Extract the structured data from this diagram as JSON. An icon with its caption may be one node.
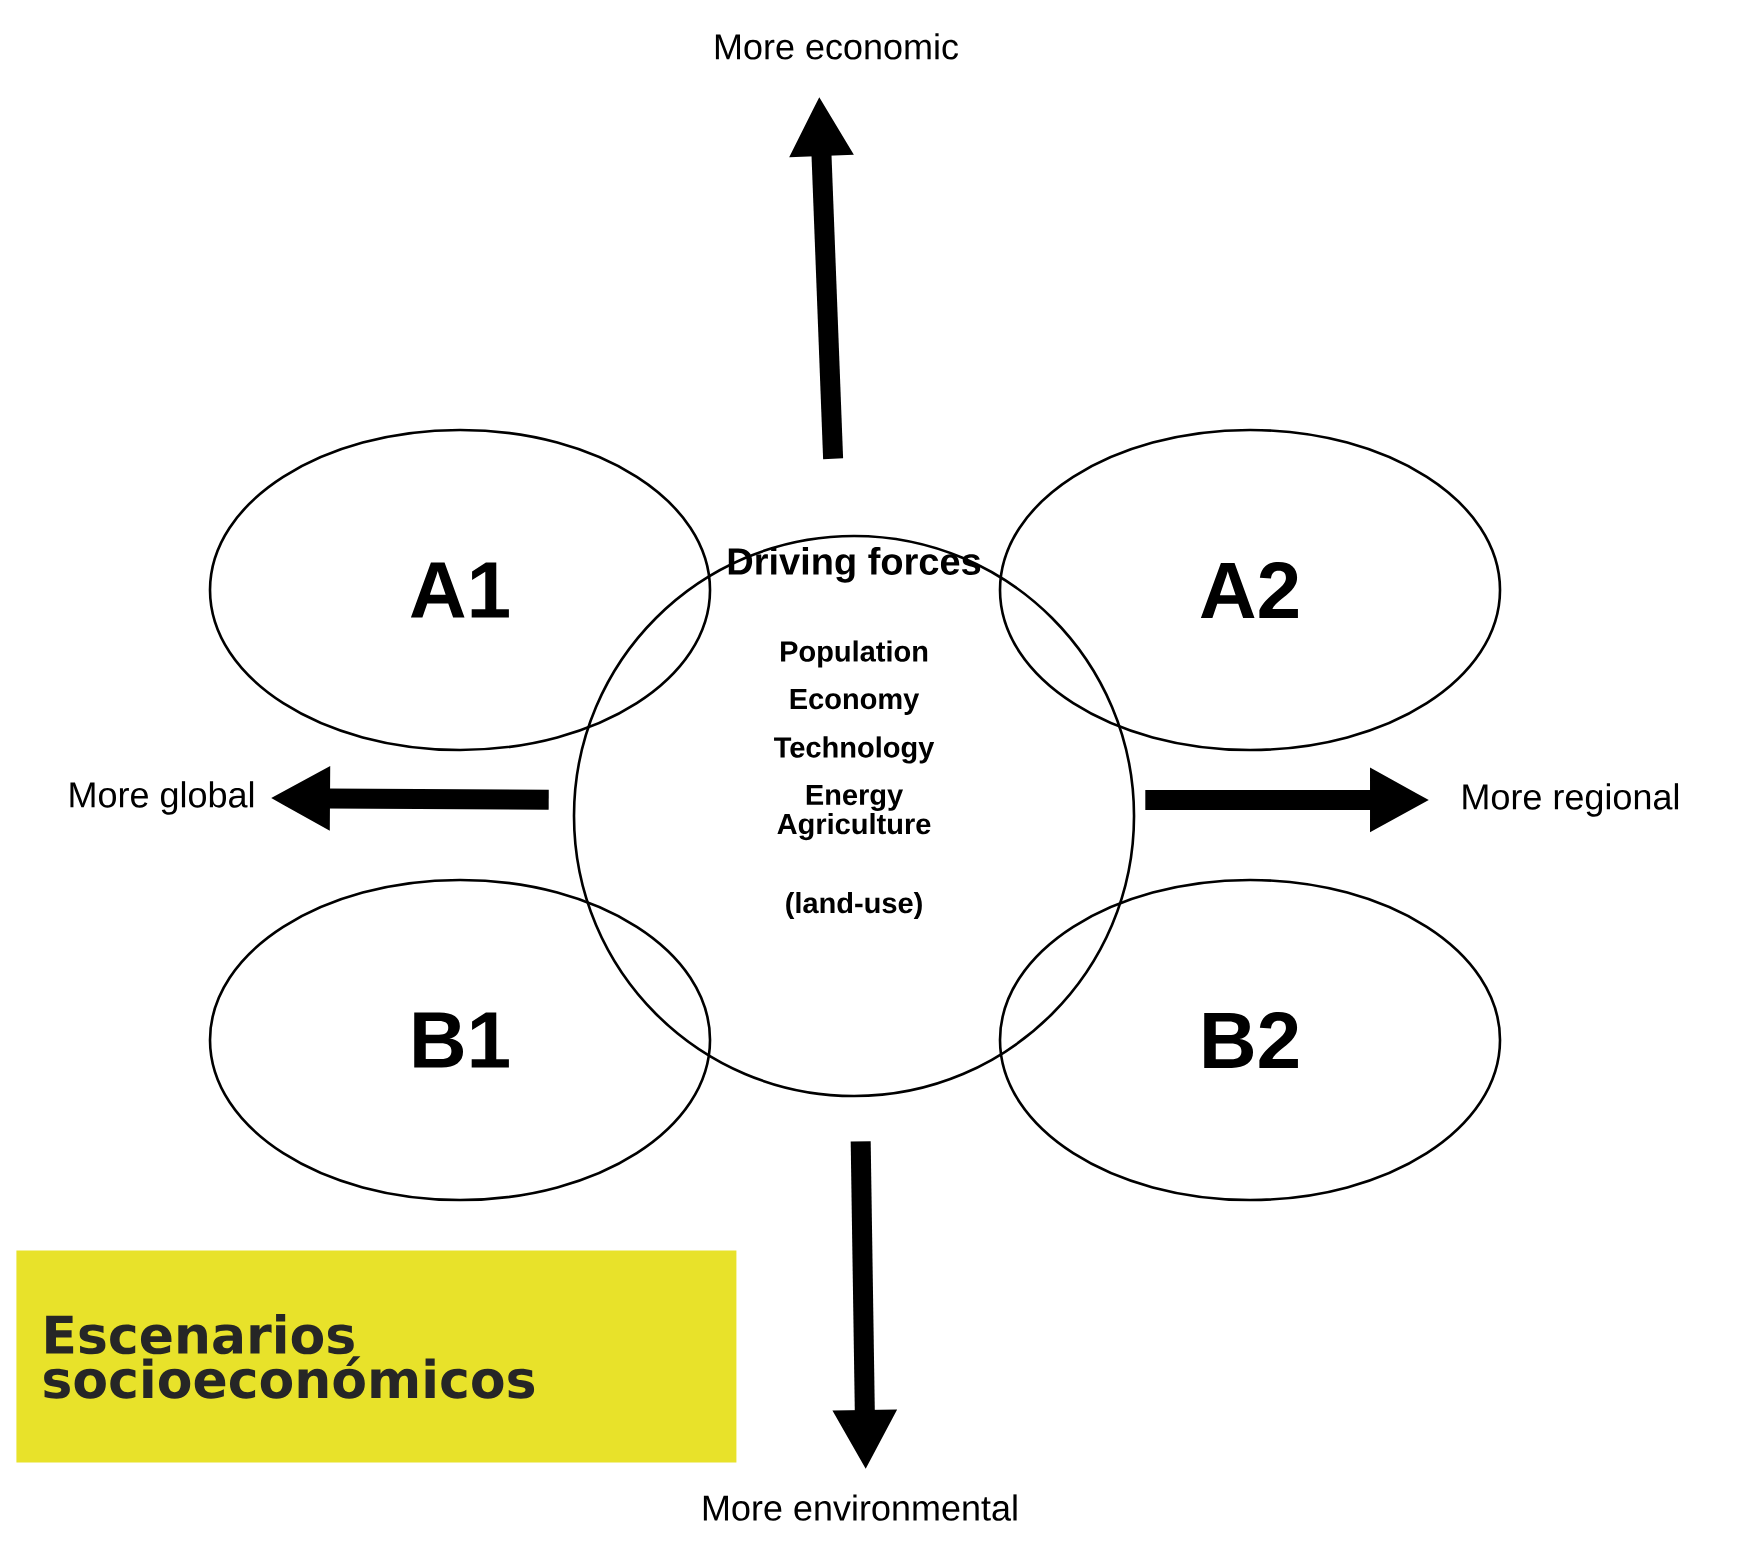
{
  "diagram": {
    "nodes": [
      {
        "text": [
          "Driving forces",
          "Population",
          "Economy",
          "Technology",
          "Energy",
          "Agriculture (land-use)"
        ]
      },
      {
        "text": [
          "A1"
        ]
      },
      {
        "text": [
          "A2"
        ]
      },
      {
        "text": [
          "B1"
        ]
      },
      {
        "text": [
          "B2"
        ]
      },
      {
        "text": [
          "More economic"
        ]
      },
      {
        "text": [
          "More global"
        ]
      },
      {
        "text": [
          "More regional"
        ]
      },
      {
        "text": [
          "More environmental"
        ]
      },
      {
        "text": [
          "Escenarios socioeconómicos"
        ]
      }
    ],
    "edges": [
      {
        "from": 0,
        "to": 5,
        "arrow": "to"
      },
      {
        "from": 0,
        "to": 6,
        "arrow": "to"
      },
      {
        "from": 0,
        "to": 7,
        "arrow": "to"
      },
      {
        "from": 0,
        "to": 8,
        "arrow": "to"
      }
    ]
  }
}
